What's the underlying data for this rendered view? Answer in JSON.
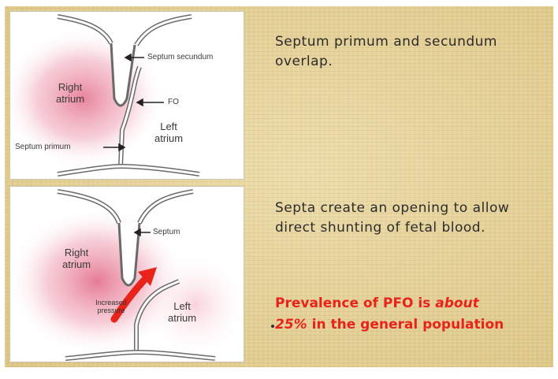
{
  "top_panel": {
    "label_right_atrium": [
      "Right",
      "atrium"
    ],
    "label_left_atrium": [
      "Left",
      "atrium"
    ],
    "label_septum_secundum": "Septum secundum",
    "label_fo": "FO",
    "label_septum_primum": "Septum primum"
  },
  "bottom_panel": {
    "label_right_atrium": [
      "Right",
      "atrium"
    ],
    "label_left_atrium": [
      "Left",
      "atrium"
    ],
    "label_septum": "Septum",
    "label_increased_pressure": [
      "Increased",
      "pressure"
    ]
  },
  "captions": {
    "top": [
      "Septum primum and secundum",
      "overlap."
    ],
    "middle": [
      "Septa create an opening to allow",
      "direct shunting of fetal blood."
    ]
  },
  "prevalence": {
    "line1_normal": "Prevalence of PFO is ",
    "line1_italic": "about",
    "line2_italic": "25%",
    "line2_normal": " in the general population"
  },
  "colors": {
    "background": "#e3cf92",
    "highlight_text": "#e8231a",
    "arrow": "#e8231a",
    "right_atrium_glow": "#e05a7a"
  }
}
